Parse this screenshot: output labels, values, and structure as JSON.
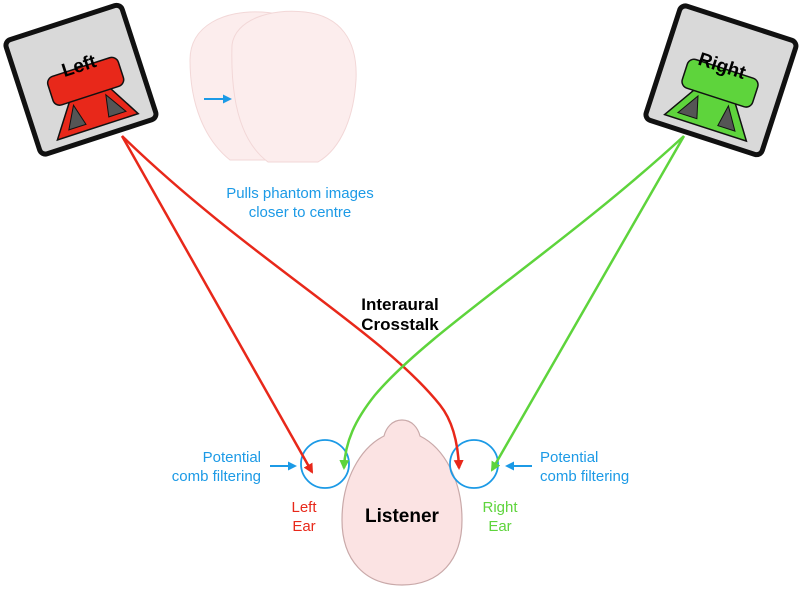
{
  "speakers": {
    "left": {
      "label": "Left",
      "color": "#e8281a"
    },
    "right": {
      "label": "Right",
      "color": "#5ed43c"
    }
  },
  "phantom": {
    "caption_line1": "Pulls phantom images",
    "caption_line2": "closer to centre"
  },
  "crosstalk": {
    "line1": "Interaural",
    "line2": "Crosstalk"
  },
  "listener": {
    "label": "Listener"
  },
  "ears": {
    "left": {
      "line1": "Left",
      "line2": "Ear"
    },
    "right": {
      "line1": "Right",
      "line2": "Ear"
    }
  },
  "comb": {
    "left": {
      "line1": "Potential",
      "line2": "comb filtering"
    },
    "right": {
      "line1": "Potential",
      "line2": "comb filtering"
    }
  },
  "colors": {
    "annotation": "#1c9ae6",
    "head_fill": "#fbe3e3",
    "box_fill": "#d9d9d9",
    "black": "#000000"
  }
}
